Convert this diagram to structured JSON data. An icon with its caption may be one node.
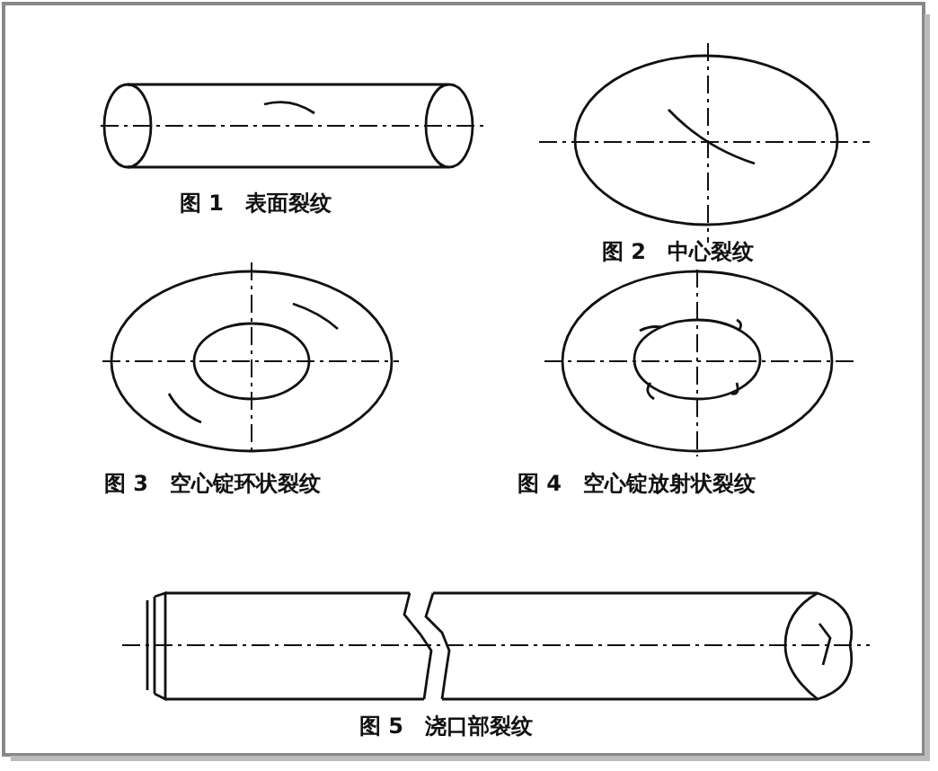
{
  "diagram": {
    "labels": [
      "图 1　表面裂纹",
      "图 2　中心裂纹",
      "图 3　空心锭环状裂纹",
      "图 4　空心锭放射状裂纹",
      "图 5　浇口部裂纹"
    ]
  }
}
